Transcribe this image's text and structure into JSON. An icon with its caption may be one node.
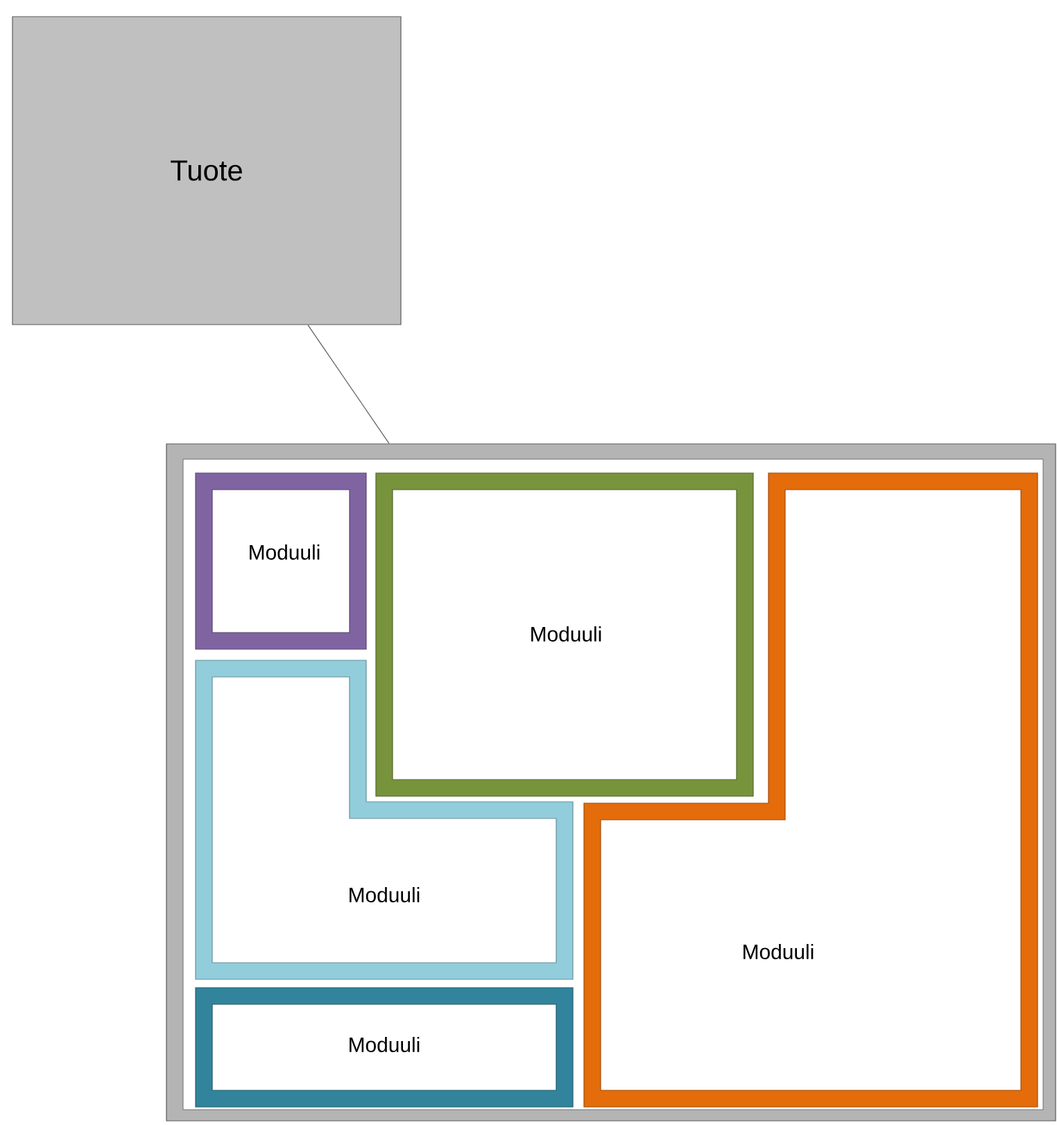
{
  "diagram": {
    "nodes": [
      {
        "text": [
          "Tuote"
        ]
      },
      {
        "text": [],
        "shape": "box"
      },
      {
        "text": [
          "Moduuli"
        ],
        "in": 1
      },
      {
        "text": [
          "Moduuli"
        ],
        "in": 1
      },
      {
        "text": [
          "Moduuli"
        ],
        "in": 1
      },
      {
        "text": [
          "Moduuli"
        ],
        "in": 1
      },
      {
        "text": [
          "Moduuli"
        ],
        "in": 1
      }
    ],
    "edges": [
      {
        "from": 0,
        "to": 1,
        "arrow": "none"
      }
    ]
  }
}
